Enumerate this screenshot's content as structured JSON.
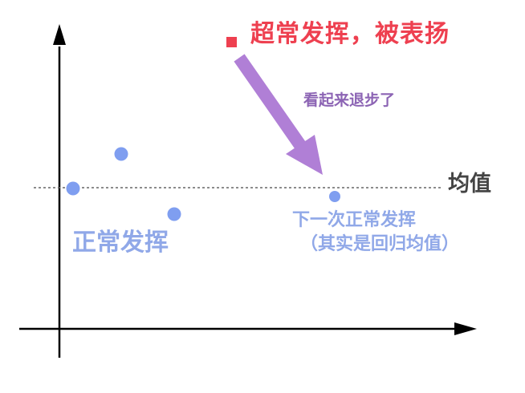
{
  "labels": {
    "title": "超常发挥，被表扬",
    "regress": "看起来退步了",
    "mean": "均值",
    "normal": "正常发挥",
    "next_line1": "下一次正常发挥",
    "next_line2": "（其实是回归均值）"
  },
  "colors": {
    "axis": "#000000",
    "mean_line": "#666666",
    "point": "#7f9ef0",
    "arrow": "#b07fd6",
    "title": "#ee4050",
    "regress_text": "#8c64b4",
    "mean_text": "#444444",
    "normal_text": "#90a8e8",
    "next_text": "#90a8e8"
  },
  "points": [
    {
      "name": "point-normal-1",
      "label": "正常发挥"
    },
    {
      "name": "point-normal-2",
      "label": "正常发挥"
    },
    {
      "name": "point-normal-3",
      "label": "正常发挥"
    },
    {
      "name": "point-next",
      "label": "下一次正常发挥"
    }
  ]
}
